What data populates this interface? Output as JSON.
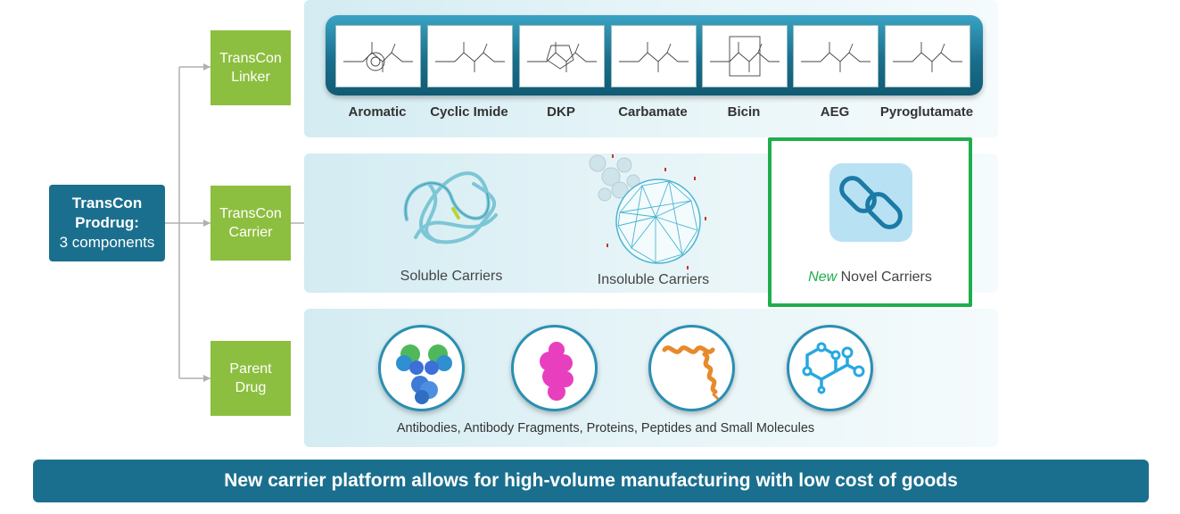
{
  "root": {
    "title": "TransCon Prodrug:",
    "subtitle": "3 components"
  },
  "components": {
    "linker": {
      "line1": "TransCon",
      "line2": "Linker"
    },
    "carrier": {
      "line1": "TransCon",
      "line2": "Carrier"
    },
    "parent": {
      "line1": "Parent",
      "line2": "Drug"
    }
  },
  "linkers": [
    "Aromatic",
    "Cyclic Imide",
    "DKP",
    "Carbamate",
    "Bicin",
    "AEG",
    "Pyroglutamate"
  ],
  "carriers": {
    "soluble": "Soluble Carriers",
    "insoluble": "Insoluble Carriers",
    "new_tag": "New",
    "novel": "Novel Carriers"
  },
  "parent_drugs_caption": "Antibodies, Antibody Fragments, Proteins, Peptides and Small Molecules",
  "footer": "New carrier platform allows for high-volume manufacturing with low cost of goods",
  "colors": {
    "brand_teal": "#1b6f8e",
    "component_green": "#8cbf3f",
    "highlight_green": "#1fae4c",
    "new_tag_green": "#1fae4c"
  },
  "icons": [
    "antibody-icon",
    "protein-icon",
    "peptide-icon",
    "small-molecule-icon",
    "chain-link-icon"
  ]
}
